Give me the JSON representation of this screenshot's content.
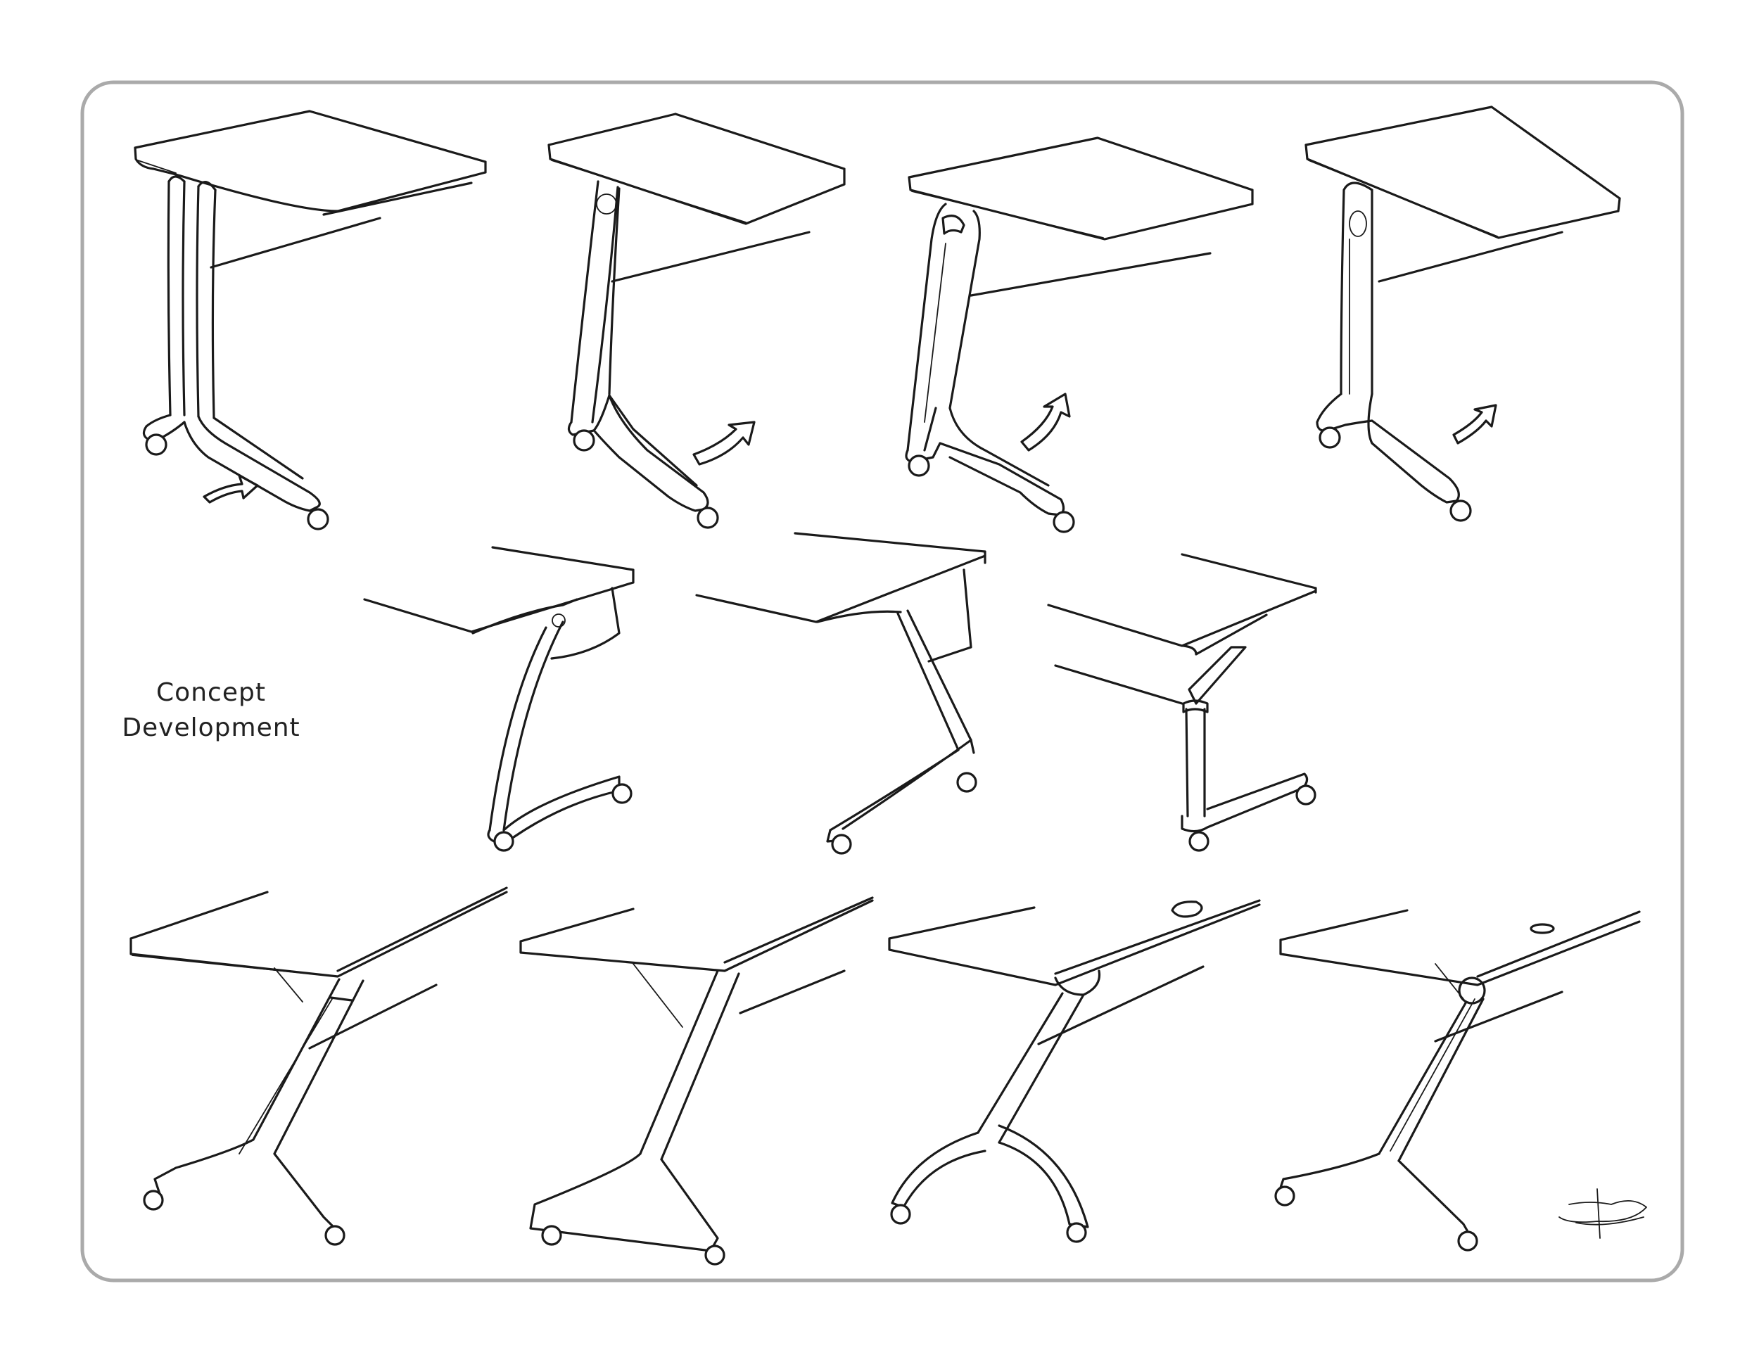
{
  "caption": {
    "line1": "Concept",
    "line2": "Development"
  },
  "colors": {
    "frame": "#aaaaaa",
    "ink": "#1a1a1a",
    "paper": "#ffffff"
  },
  "sketches": [
    {
      "name": "sketch-1",
      "style": "twin-post-c-leg",
      "arrow": true
    },
    {
      "name": "sketch-2",
      "style": "curved-post-c-leg",
      "arrow": true
    },
    {
      "name": "sketch-3",
      "style": "slanted-post-c-leg",
      "arrow": true
    },
    {
      "name": "sketch-4",
      "style": "straight-post-c-leg",
      "arrow": true
    },
    {
      "name": "sketch-5",
      "style": "arc-leg",
      "arrow": false
    },
    {
      "name": "sketch-6",
      "style": "z-leg",
      "arrow": false
    },
    {
      "name": "sketch-7",
      "style": "bracket-post-leg",
      "arrow": false
    },
    {
      "name": "sketch-8",
      "style": "y-leg-tripod",
      "arrow": false
    },
    {
      "name": "sketch-9",
      "style": "y-leg-triangle-base",
      "arrow": false
    },
    {
      "name": "sketch-10",
      "style": "y-leg-arc-base",
      "arrow": false
    },
    {
      "name": "sketch-11",
      "style": "y-leg-round-joint",
      "arrow": false
    }
  ],
  "signature_icon": "signature-mark"
}
